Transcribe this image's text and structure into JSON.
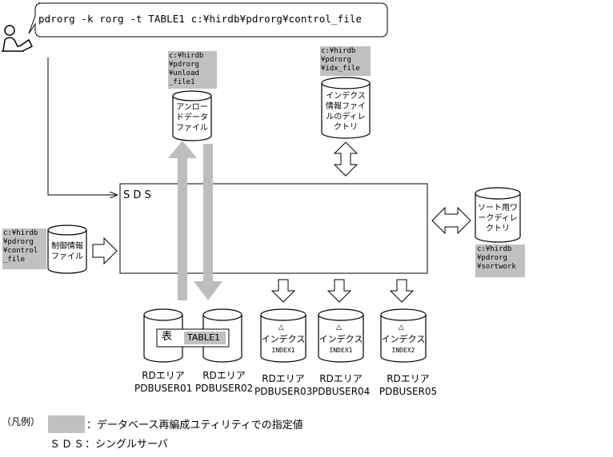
{
  "command": "pdrorg -k rorg -t TABLE1 c:¥hirdb¥pdrorg¥control_file",
  "sds_label": "S D S",
  "unload_file": {
    "path": "c:¥hirdb\n¥pdrorg\n¥unload\n_file1",
    "label": "アンロードデータファイル"
  },
  "index_dir": {
    "path": "c:¥hirdb\n¥pdrorg\n¥idx_file",
    "label": "インデクス情報ファイルのディレクトリ"
  },
  "control_file": {
    "path": "c:¥hirdb\n¥pdrorg\n¥control\n_file",
    "label": "制御情報ファイル"
  },
  "sort_dir": {
    "path": "c:¥hirdb\n¥pdrorg\n¥sortwork",
    "label": "ソート用ワークディレクトリ"
  },
  "table": {
    "name": "表",
    "id": "TABLE1"
  },
  "index_label": "インデクス",
  "index_symbol": "△",
  "rd_areas": [
    {
      "label": "RDエリア\nPDBUSER01"
    },
    {
      "label": "RDエリア\nPDBUSER02"
    },
    {
      "label": "RDエリア\nPDBUSER03",
      "index": "INDEX1"
    },
    {
      "label": "RDエリア\nPDBUSER04",
      "index": "INDEX1"
    },
    {
      "label": "RDエリア\nPDBUSER05",
      "index": "INDEX2"
    }
  ],
  "legend": {
    "title": "（凡例）",
    "gray_desc": "：データベース再編成ユティリティでの指定値",
    "sds_term": "ＳＤＳ",
    "sds_desc": "：シングルサーバ"
  },
  "colors": {
    "gray": "#c0c0c0",
    "arrow": "#bdbdbd"
  }
}
